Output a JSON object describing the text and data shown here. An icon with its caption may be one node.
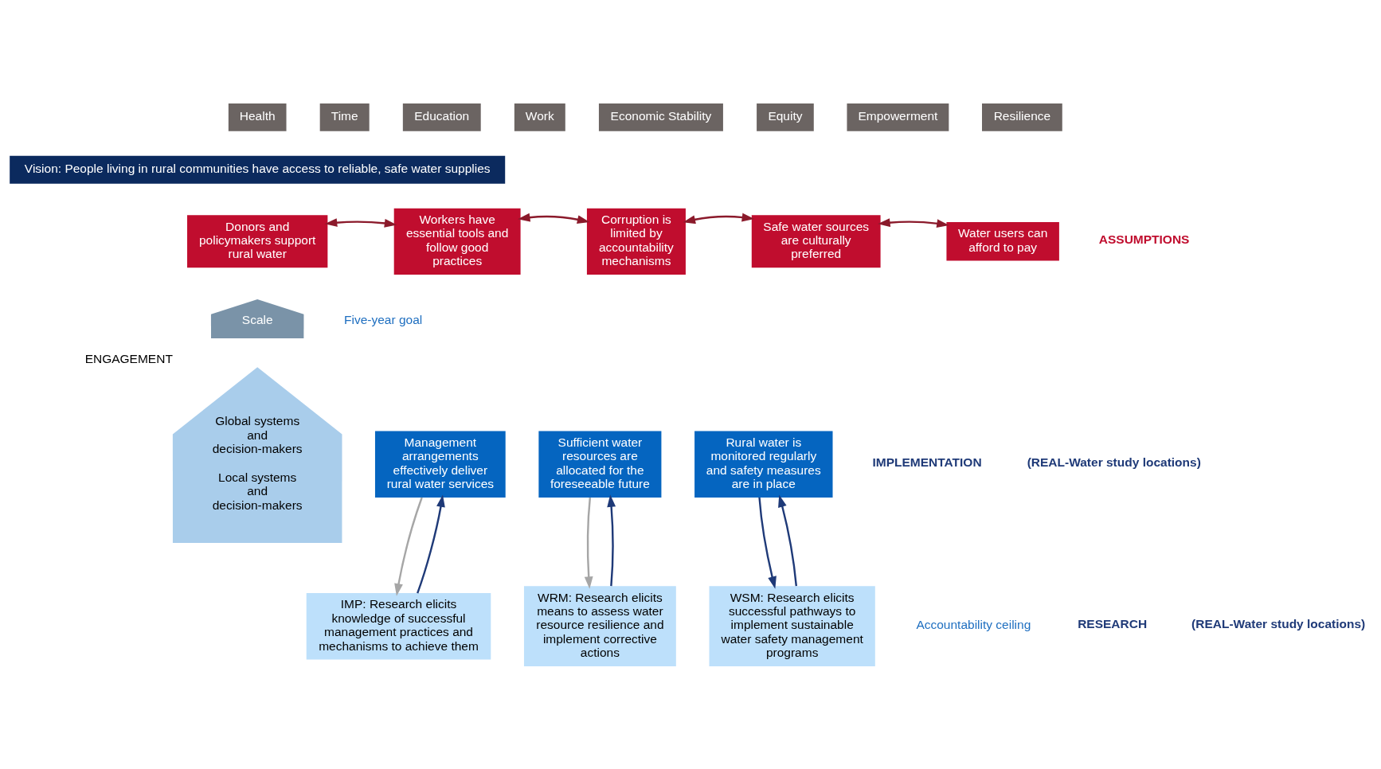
{
  "diagram": {
    "nodes": [
      {
        "text": [
          "Health"
        ]
      },
      {
        "text": [
          "Time"
        ]
      },
      {
        "text": [
          "Education"
        ]
      },
      {
        "text": [
          "Work"
        ]
      },
      {
        "text": [
          "Economic Stability"
        ]
      },
      {
        "text": [
          "Equity"
        ]
      },
      {
        "text": [
          "Empowerment"
        ]
      },
      {
        "text": [
          "Resilience"
        ]
      },
      {
        "text": [
          "Vision: People living in rural communities have access to reliable, safe water supplies"
        ]
      },
      {
        "text": [
          "Donors and policymakers support rural water"
        ]
      },
      {
        "text": [
          "Workers have essential tools and follow good practices"
        ]
      },
      {
        "text": [
          "Corruption is limited by accountability mechanisms"
        ]
      },
      {
        "text": [
          "Safe water sources are culturally preferred"
        ]
      },
      {
        "text": [
          "Water users can afford to pay"
        ]
      },
      {
        "text": [
          "Scale"
        ]
      },
      {
        "text": [
          "Global systems and decision-makers",
          "Local systems and decision-makers"
        ],
        "beside": [
          "ENGAGEMENT"
        ]
      },
      {
        "text": [
          "Management arrangements effectively deliver rural water services"
        ]
      },
      {
        "text": [
          "Sufficient water resources are allocated for the foreseeable future"
        ]
      },
      {
        "text": [
          "Rural water is monitored regularly and safety measures are in place"
        ]
      },
      {
        "text": [
          "IMP: Research elicits knowledge of successful management practices and mechanisms to achieve them"
        ]
      },
      {
        "text": [
          "WRM: Research elicits means to assess water resource resilience and implement corrective actions"
        ]
      },
      {
        "text": [
          "WSM: Research elicits successful pathways to implement sustainable water safety management programs"
        ]
      }
    ],
    "edges": [
      {
        "from": 9,
        "to": 10,
        "arrow": "both",
        "color": "#8b1a2b"
      },
      {
        "from": 10,
        "to": 11,
        "arrow": "both",
        "color": "#8b1a2b"
      },
      {
        "from": 11,
        "to": 12,
        "arrow": "both",
        "color": "#8b1a2b"
      },
      {
        "from": 12,
        "to": 13,
        "arrow": "both",
        "color": "#8b1a2b"
      },
      {
        "from": 16,
        "to": 19,
        "arrow": "to",
        "color": "#a6a6a6"
      },
      {
        "from": 19,
        "to": 16,
        "arrow": "to",
        "color": "#1f3a78"
      },
      {
        "from": 17,
        "to": 20,
        "arrow": "to",
        "color": "#a6a6a6"
      },
      {
        "from": 20,
        "to": 17,
        "arrow": "to",
        "color": "#1f3a78"
      },
      {
        "from": 18,
        "to": 21,
        "arrow": "to",
        "color": "#1f3a78"
      },
      {
        "from": 21,
        "to": 18,
        "arrow": "to",
        "color": "#1f3a78"
      }
    ],
    "labels": [
      "ASSUMPTIONS",
      "Five-year goal",
      "IMPLEMENTATION",
      "(REAL-Water study locations)",
      "Accountability ceiling",
      "RESEARCH",
      "(REAL-Water study locations)"
    ]
  }
}
